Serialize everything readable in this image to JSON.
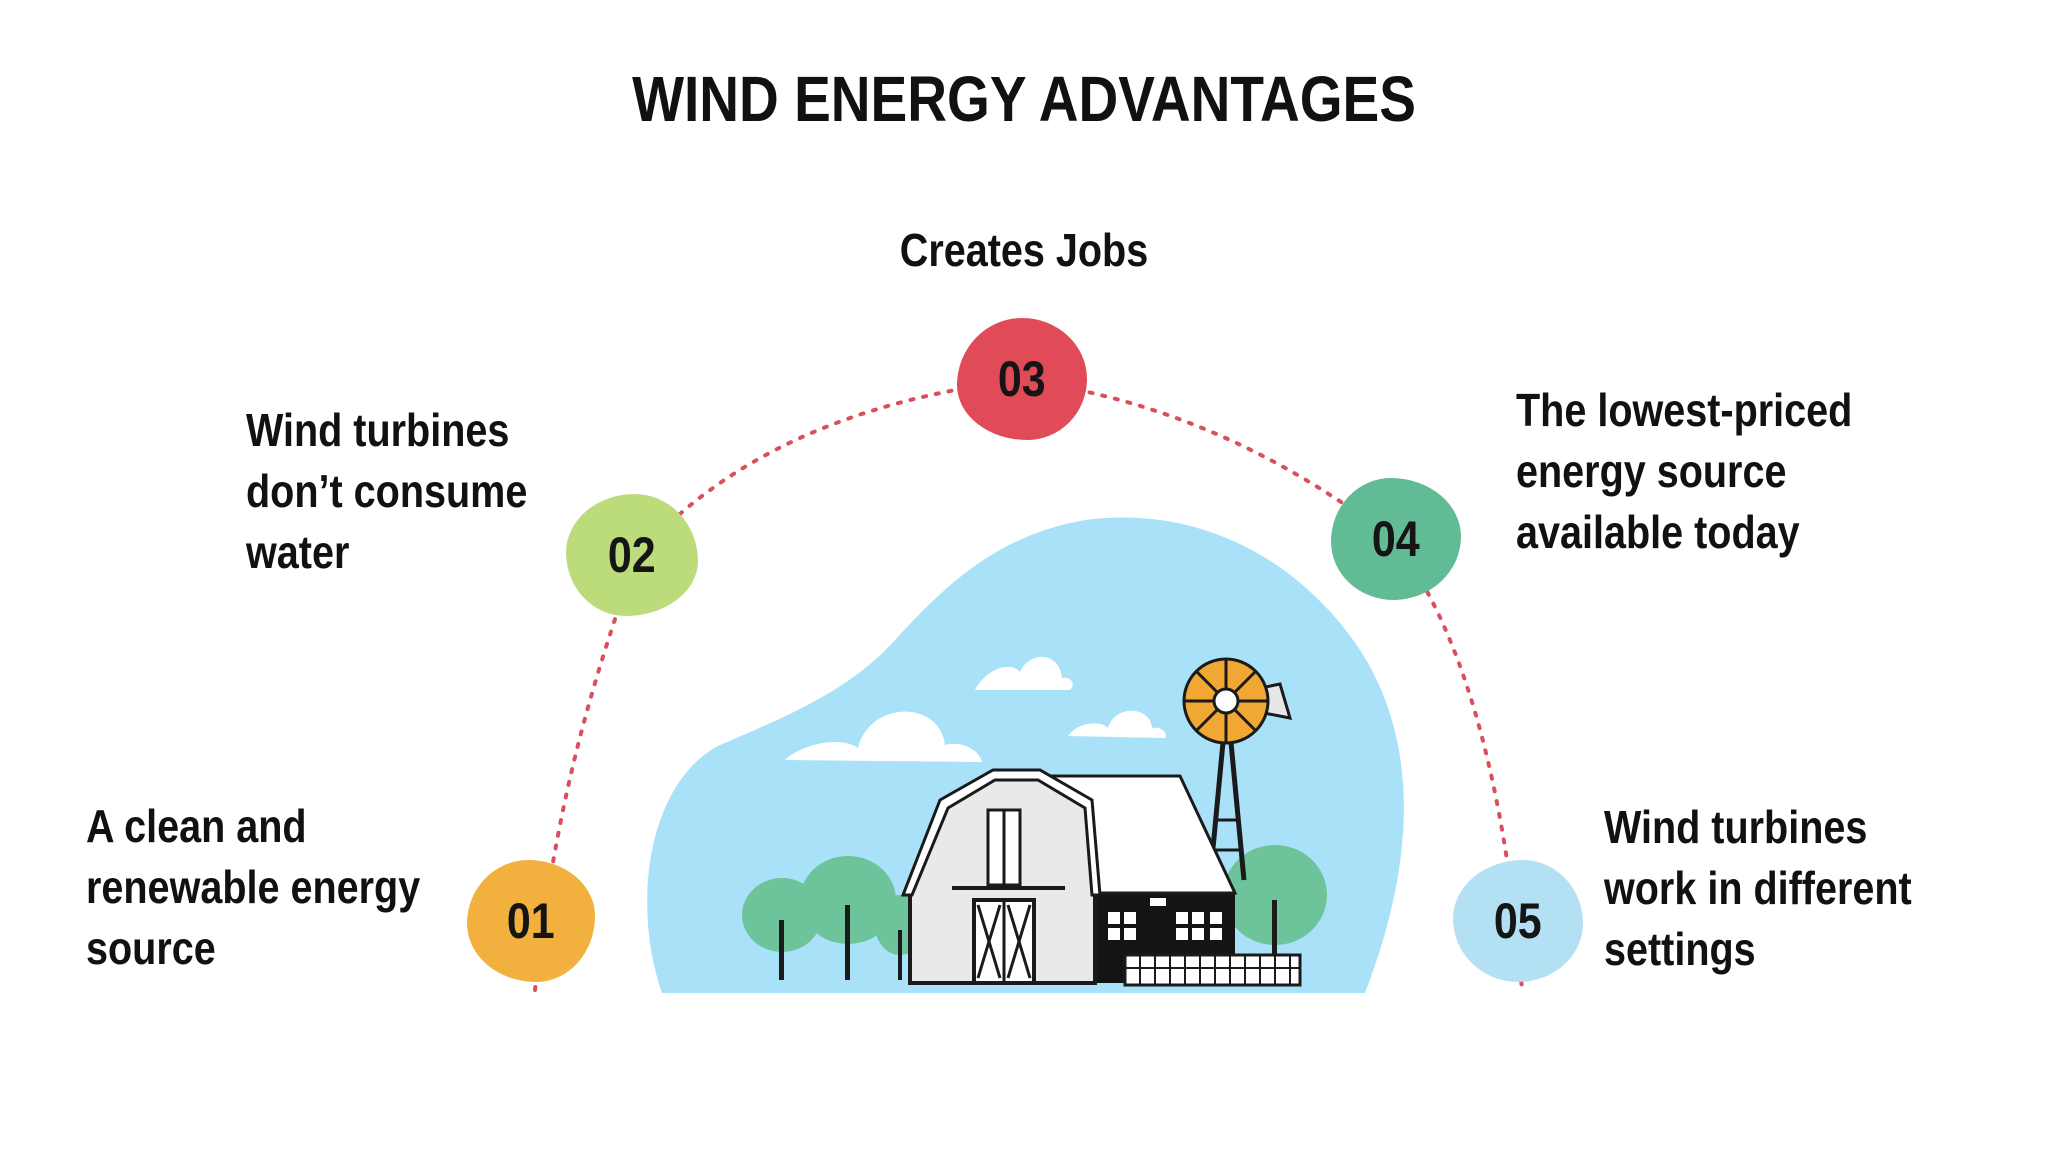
{
  "title": "WIND ENERGY ADVANTAGES",
  "items": [
    {
      "number": "01",
      "lines": [
        "A clean and",
        "renewable energy",
        "source"
      ],
      "color": "#f2b13e"
    },
    {
      "number": "02",
      "lines": [
        "Wind turbines",
        "don’t consume",
        "water"
      ],
      "color": "#bcdc7c"
    },
    {
      "number": "03",
      "lines": [
        "Creates Jobs"
      ],
      "color": "#e04b57"
    },
    {
      "number": "04",
      "lines": [
        "The lowest-priced",
        "energy source",
        "available today"
      ],
      "color": "#61bc96"
    },
    {
      "number": "05",
      "lines": [
        "Wind turbines",
        "work in different",
        "settings"
      ],
      "color": "#b3e1f3"
    }
  ],
  "colors": {
    "dotted_arc": "#d8505b",
    "sky_blob": "#a9e2f8",
    "barn_body": "#e9e9ea",
    "barn_dark": "#141414",
    "tree": "#6dc39a",
    "windmill_orange": "#f0a733",
    "cloud": "#ffffff"
  }
}
